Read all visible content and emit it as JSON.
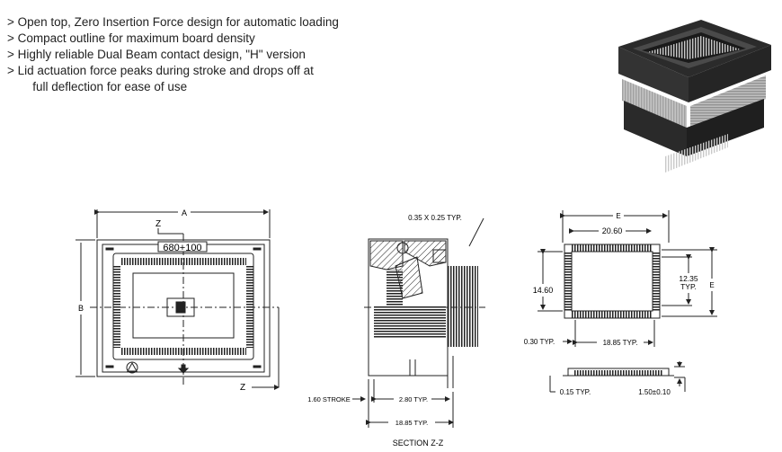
{
  "features": [
    "> Open top, Zero Insertion Force design for automatic loading",
    "> Compact outline for maximum board density",
    "> Highly reliable Dual Beam contact design, \"H\" version",
    "> Lid actuation force peaks during stroke and drops off at\n   full deflection for ease of use"
  ],
  "photo": {
    "subject": "socket-photo"
  },
  "top_view": {
    "dim_a": "A",
    "dim_b": "B",
    "marker_top": "Z",
    "marker_right": "Z",
    "part_label": "680+100"
  },
  "section_view": {
    "callout_top": "0.35 X 0.25 TYP.",
    "stroke": "1.60 STROKE",
    "width_typ": "2.80 TYP.",
    "overall": "18.85 TYP.",
    "caption": "SECTION Z-Z"
  },
  "package_view": {
    "dim_e_top": "E",
    "dim_e_right": "E",
    "inner_width": "20.60",
    "height_left": "14.60",
    "height_right_1": "12.35",
    "height_right_2": "TYP.",
    "lead_width": "0.30 TYP.",
    "pitch_span": "18.85 TYP.",
    "lead_thick": "0.15 TYP.",
    "body_height": "1.50±0.10"
  }
}
